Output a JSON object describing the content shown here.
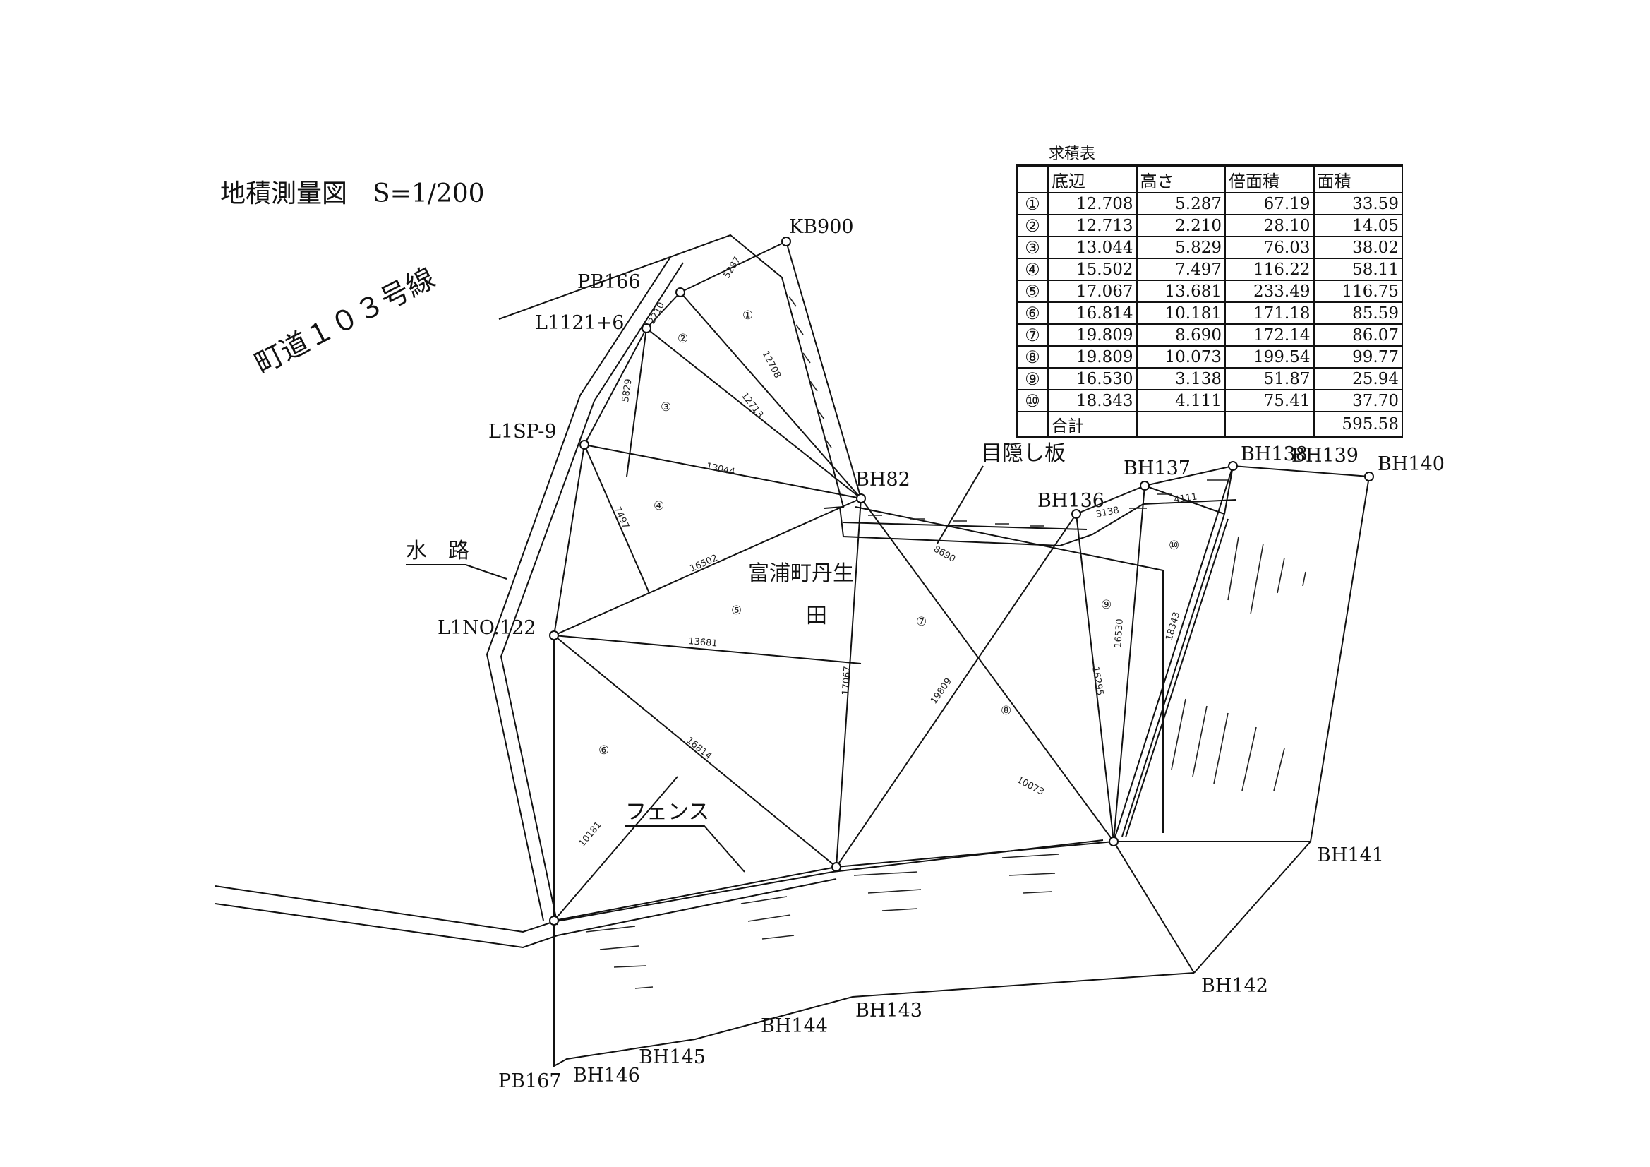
{
  "title": "地積測量図　S=1/200",
  "road_label": "町道１０３号線",
  "parcel": {
    "address": "富浦町丹生",
    "land_use": "田"
  },
  "annotations": {
    "waterway": "水　路",
    "fence": "フェンス",
    "screen_board": "目隠し板"
  },
  "points": {
    "KB900": "KB900",
    "PB166": "PB166",
    "L1121": "L1121+6",
    "L1SP9": "L1SP-9",
    "L1NO122": "L1NO.122",
    "BH82": "BH82",
    "BH136": "BH136",
    "BH137": "BH137",
    "BH138": "BH138",
    "BH139": "BH139",
    "BH140": "BH140",
    "BH141": "BH141",
    "BH142": "BH142",
    "BH143": "BH143",
    "BH144": "BH144",
    "BH145": "BH145",
    "BH146": "BH146",
    "PB167": "PB167"
  },
  "triangle_numbers": [
    "①",
    "②",
    "③",
    "④",
    "⑤",
    "⑥",
    "⑦",
    "⑧",
    "⑨",
    "⑩"
  ],
  "dimensions": {
    "d5287": "5287",
    "d2210": "2210",
    "d5829": "5829",
    "d12708": "12708",
    "d12713": "12713",
    "d13044": "13044",
    "d7497": "7497",
    "d16502": "16502",
    "d13681": "13681",
    "d17067": "17067",
    "d16814": "16814",
    "d10181": "10181",
    "d19809": "19809",
    "d10073": "10073",
    "d8690": "8690",
    "d16295": "16295",
    "d16530": "16530",
    "d18343": "18343",
    "d3138": "3138",
    "d4111": "4111"
  },
  "area_table": {
    "caption": "求積表",
    "headers": [
      "",
      "底辺",
      "高さ",
      "倍面積",
      "面積"
    ],
    "rows": [
      [
        "①",
        "12.708",
        "5.287",
        "67.19",
        "33.59"
      ],
      [
        "②",
        "12.713",
        "2.210",
        "28.10",
        "14.05"
      ],
      [
        "③",
        "13.044",
        "5.829",
        "76.03",
        "38.02"
      ],
      [
        "④",
        "15.502",
        "7.497",
        "116.22",
        "58.11"
      ],
      [
        "⑤",
        "17.067",
        "13.681",
        "233.49",
        "116.75"
      ],
      [
        "⑥",
        "16.814",
        "10.181",
        "171.18",
        "85.59"
      ],
      [
        "⑦",
        "19.809",
        "8.690",
        "172.14",
        "86.07"
      ],
      [
        "⑧",
        "19.809",
        "10.073",
        "199.54",
        "99.77"
      ],
      [
        "⑨",
        "16.530",
        "3.138",
        "51.87",
        "25.94"
      ],
      [
        "⑩",
        "18.343",
        "4.111",
        "75.41",
        "37.70"
      ]
    ],
    "total_label": "合計",
    "total_value": "595.58"
  }
}
